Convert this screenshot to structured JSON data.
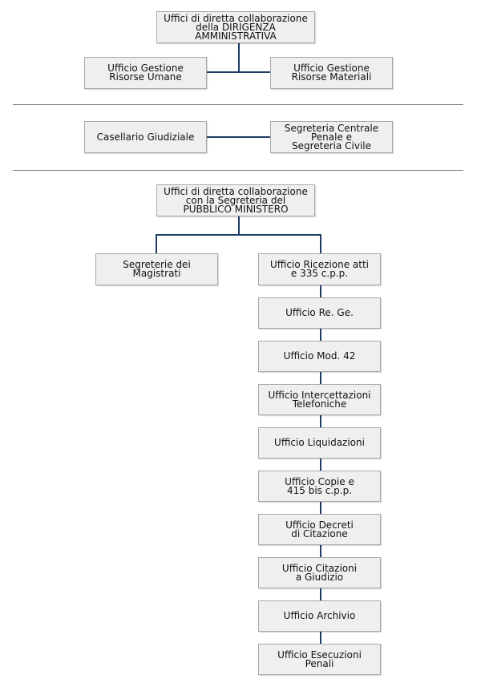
{
  "section1": {
    "top": {
      "label": "Uffici di diretta collaborazione\ndella DIRIGENZA\nAMMINISTRATIVA"
    },
    "left": {
      "label": "Ufficio Gestione\nRisorse Umane"
    },
    "right": {
      "label": "Ufficio Gestione\nRisorse Materiali"
    }
  },
  "section2": {
    "left": {
      "label": "Casellario Giudiziale"
    },
    "right": {
      "label": "Segreteria Centrale\nPenale e\nSegreteria Civile"
    }
  },
  "section3": {
    "top": {
      "label": "Uffici di diretta collaborazione\ncon la Segreteria del\nPUBBLICO MINISTERO"
    },
    "left": {
      "label": "Segreterie dei\nMagistrati"
    },
    "chain": [
      {
        "label": "Ufficio Ricezione atti\ne 335 c.p.p."
      },
      {
        "label": "Ufficio Re. Ge."
      },
      {
        "label": "Ufficio Mod. 42"
      },
      {
        "label": "Ufficio Intercettazioni\nTelefoniche"
      },
      {
        "label": "Ufficio Liquidazioni"
      },
      {
        "label": "Ufficio Copie e\n415 bis c.p.p."
      },
      {
        "label": "Ufficio Decreti\ndi Citazione"
      },
      {
        "label": "Ufficio Citazioni\na Giudizio"
      },
      {
        "label": "Ufficio Archivio"
      },
      {
        "label": "Ufficio Esecuzioni\nPenali"
      }
    ]
  },
  "colors": {
    "connector": "#1f3b66",
    "box_fill": "#efefef",
    "box_border": "#a8a8a8",
    "separator": "#7d7d7d"
  }
}
